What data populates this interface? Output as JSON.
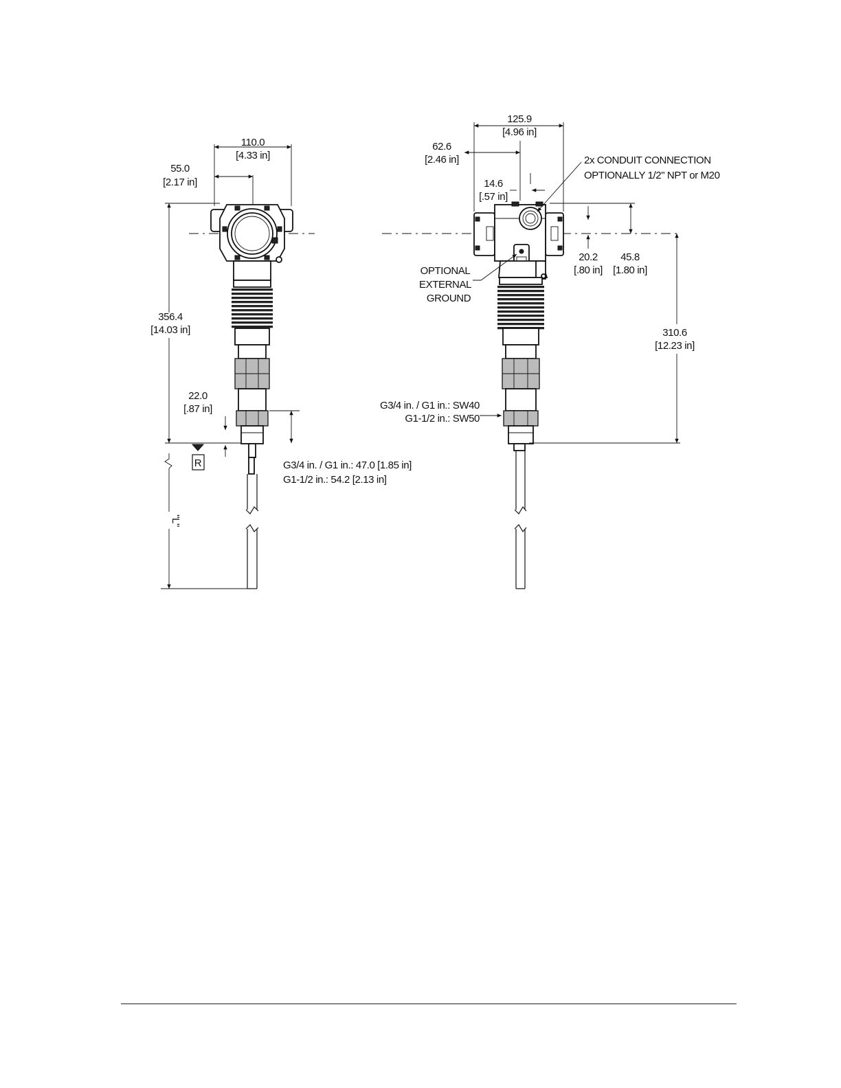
{
  "left_view": {
    "width_total": "110.0",
    "width_total_in": "[4.33 in]",
    "width_half": "55.0",
    "width_half_in": "[2.17 in]",
    "height_total": "356.4",
    "height_total_in": "[14.03 in]",
    "fitting_offset": "22.0",
    "fitting_offset_in": "[.87 in]",
    "reference_marker": "R",
    "probe_length_label": "\"L\"",
    "thread_dim_1": "G3/4 in. / G1 in.: 47.0  [1.85 in]",
    "thread_dim_2": "G1-1/2 in.: 54.2 [2.13 in]"
  },
  "right_view": {
    "width_total": "125.9",
    "width_total_in": "[4.96 in]",
    "width_partial": "62.6",
    "width_partial_in": "[2.46 in]",
    "conduit_offset": "14.6",
    "conduit_offset_in": "[.57 in]",
    "conduit_note_1": "2x CONDUIT CONNECTION",
    "conduit_note_2": "OPTIONALLY 1/2\" NPT or M20",
    "ground_note_1": "OPTIONAL",
    "ground_note_2": "EXTERNAL",
    "ground_note_3": "GROUND",
    "center_height": "20.2",
    "center_height_in": "[.80 in]",
    "top_height": "45.8",
    "top_height_in": "[1.80 in]",
    "body_height": "310.6",
    "body_height_in": "[12.23 in]",
    "wrench_size_1": "G3/4 in. / G1 in.: SW40",
    "wrench_size_2": "G1-1/2 in.: SW50"
  }
}
